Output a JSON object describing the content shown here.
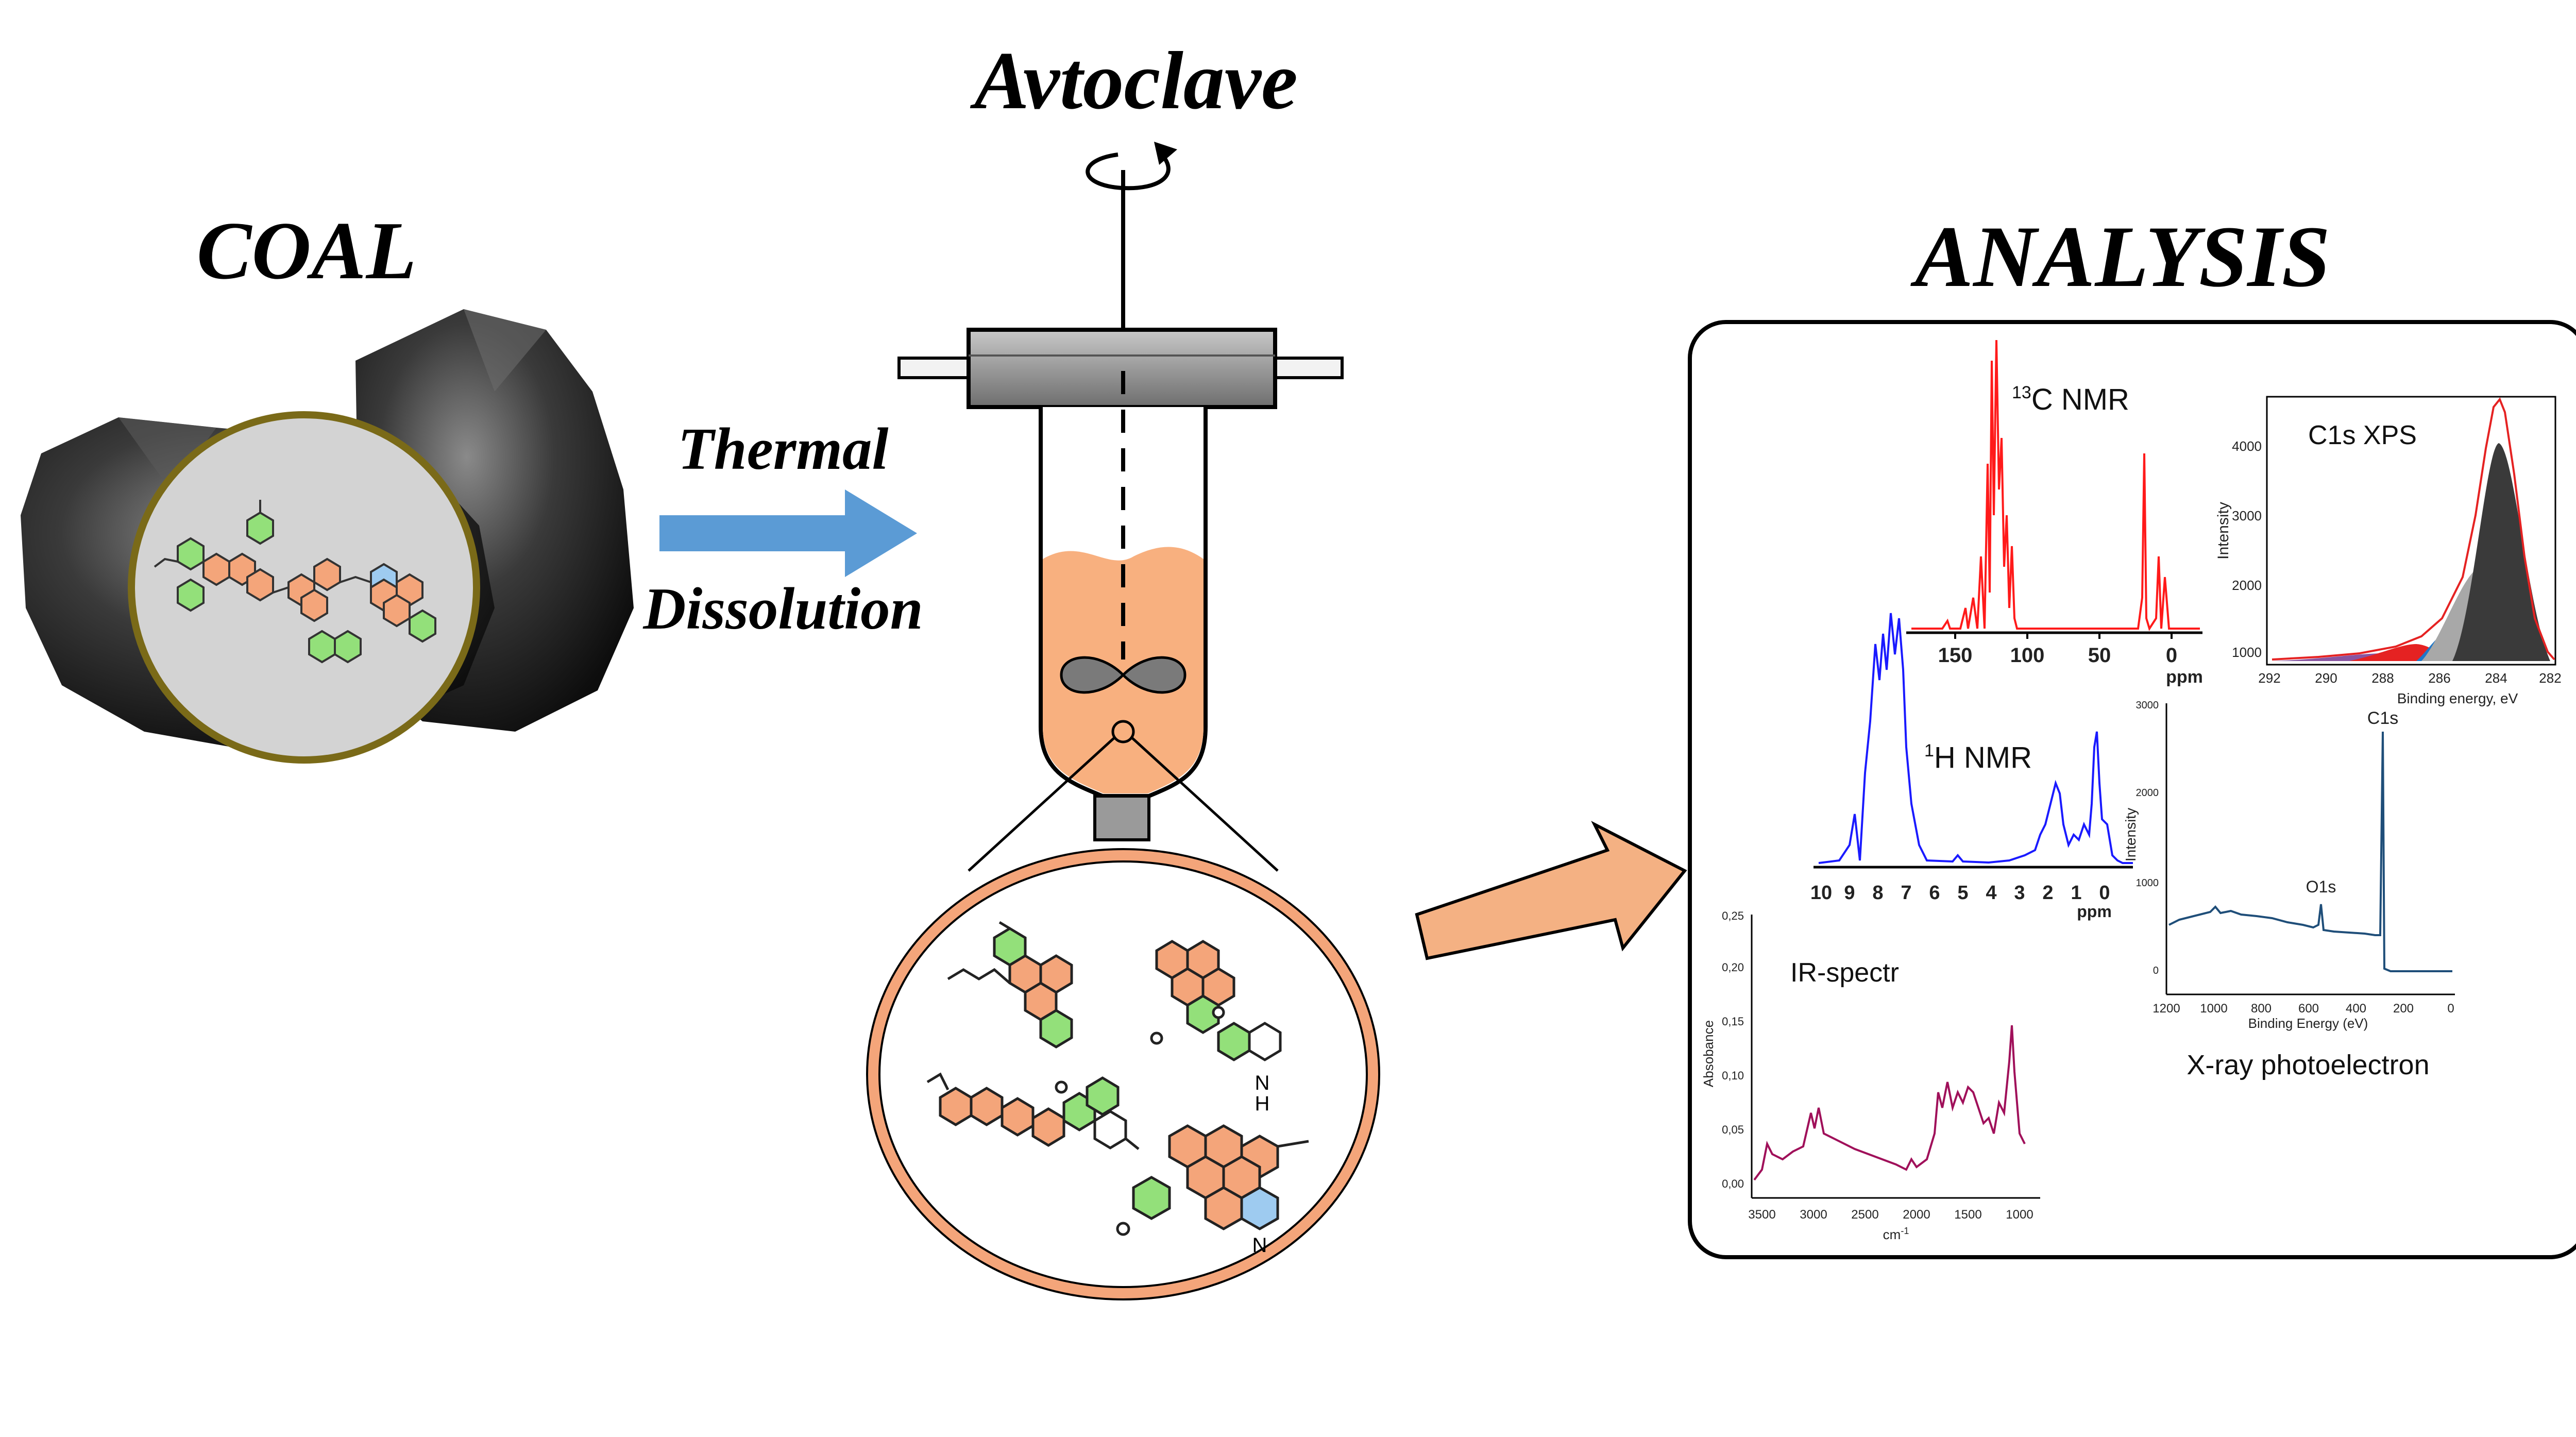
{
  "titles": {
    "coal": "COAL",
    "autoclave": "Avtoclave",
    "analysis": "ANALYSIS",
    "arrow_line1": "Thermal",
    "arrow_line2": "Dissolution"
  },
  "colors": {
    "arrow_blue": "#5b9bd5",
    "arrow_orange": "#f4b183",
    "liquid": "#f8b07f",
    "ring_green": "#93e07a",
    "ring_orange": "#f4a57a",
    "ring_blue": "#9ecbf0",
    "nmr13c": "#ff1a1a",
    "nmr1h": "#1a1aff",
    "ir": "#a0105a",
    "xps_survey": "#1f4e79"
  },
  "panels": {
    "c13": {
      "label_sup": "13",
      "label": "C NMR",
      "xticks": [
        "150",
        "100",
        "50",
        "0"
      ],
      "xunit": "ppm"
    },
    "h1": {
      "label_sup": "1",
      "label": "H NMR",
      "xticks": [
        "10",
        "9",
        "8",
        "7",
        "6",
        "5",
        "4",
        "3",
        "2",
        "1",
        "0"
      ],
      "xunit": "ppm"
    },
    "c1s": {
      "label": "C1s  XPS",
      "ylabel": "Intensity",
      "yticks": [
        "1000",
        "2000",
        "3000",
        "4000"
      ],
      "xticks": [
        "292",
        "290",
        "288",
        "286",
        "284",
        "282"
      ],
      "xlabel": "Binding energy, eV"
    },
    "survey": {
      "ylabel": "Intensity",
      "yticks": [
        "0",
        "1000",
        "2000",
        "3000"
      ],
      "xticks": [
        "1200",
        "1000",
        "800",
        "600",
        "400",
        "200",
        "0"
      ],
      "xlabel": "Binding Energy (eV)",
      "peak_c1s": "C1s",
      "peak_o1s": "O1s",
      "caption": "X-ray photoelectron"
    },
    "ir": {
      "label": "IR-spectr",
      "ylabel": "Absobance",
      "yticks": [
        "0,00",
        "0,05",
        "0,10",
        "0,15",
        "0,20",
        "0,25"
      ],
      "xticks": [
        "3500",
        "3000",
        "2500",
        "2000",
        "1500",
        "1000"
      ],
      "xlabel": "cm",
      "xlabel_sup": "-1"
    }
  },
  "molecule_labels": {
    "n": "N",
    "h": "H"
  }
}
